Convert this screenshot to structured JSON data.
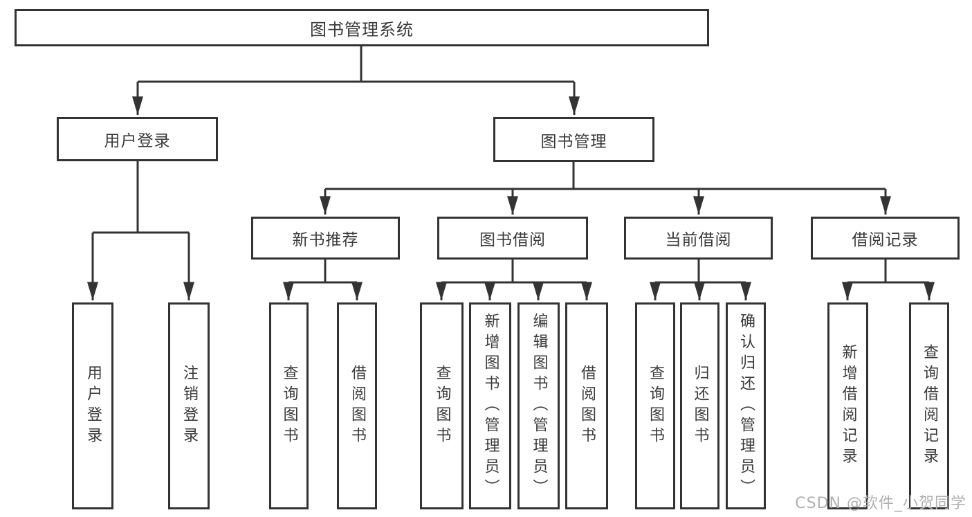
{
  "diagram": {
    "colors": {
      "line": "#333333",
      "box_border": "#333333",
      "text": "#3a3a3a",
      "background": "#ffffff",
      "watermark": "#b0b0b0"
    },
    "tree": {
      "label": "图书管理系统",
      "children": [
        {
          "label": "用户登录",
          "children": [
            {
              "label": "用户登录"
            },
            {
              "label": "注销登录"
            }
          ]
        },
        {
          "label": "图书管理",
          "children": [
            {
              "label": "新书推荐",
              "children": [
                {
                  "label": "查询图书"
                },
                {
                  "label": "借阅图书"
                }
              ]
            },
            {
              "label": "图书借阅",
              "children": [
                {
                  "label": "查询图书"
                },
                {
                  "label": "新增图书（管理员）"
                },
                {
                  "label": "编辑图书（管理员）"
                },
                {
                  "label": "借阅图书"
                }
              ]
            },
            {
              "label": "当前借阅",
              "children": [
                {
                  "label": "查询图书"
                },
                {
                  "label": "归还图书"
                },
                {
                  "label": "确认归还（管理员）"
                }
              ]
            },
            {
              "label": "借阅记录",
              "children": [
                {
                  "label": "新增借阅记录"
                },
                {
                  "label": "查询借阅记录"
                }
              ]
            }
          ]
        }
      ]
    }
  },
  "watermark": {
    "text": "CSDN @软件_小贺同学"
  }
}
